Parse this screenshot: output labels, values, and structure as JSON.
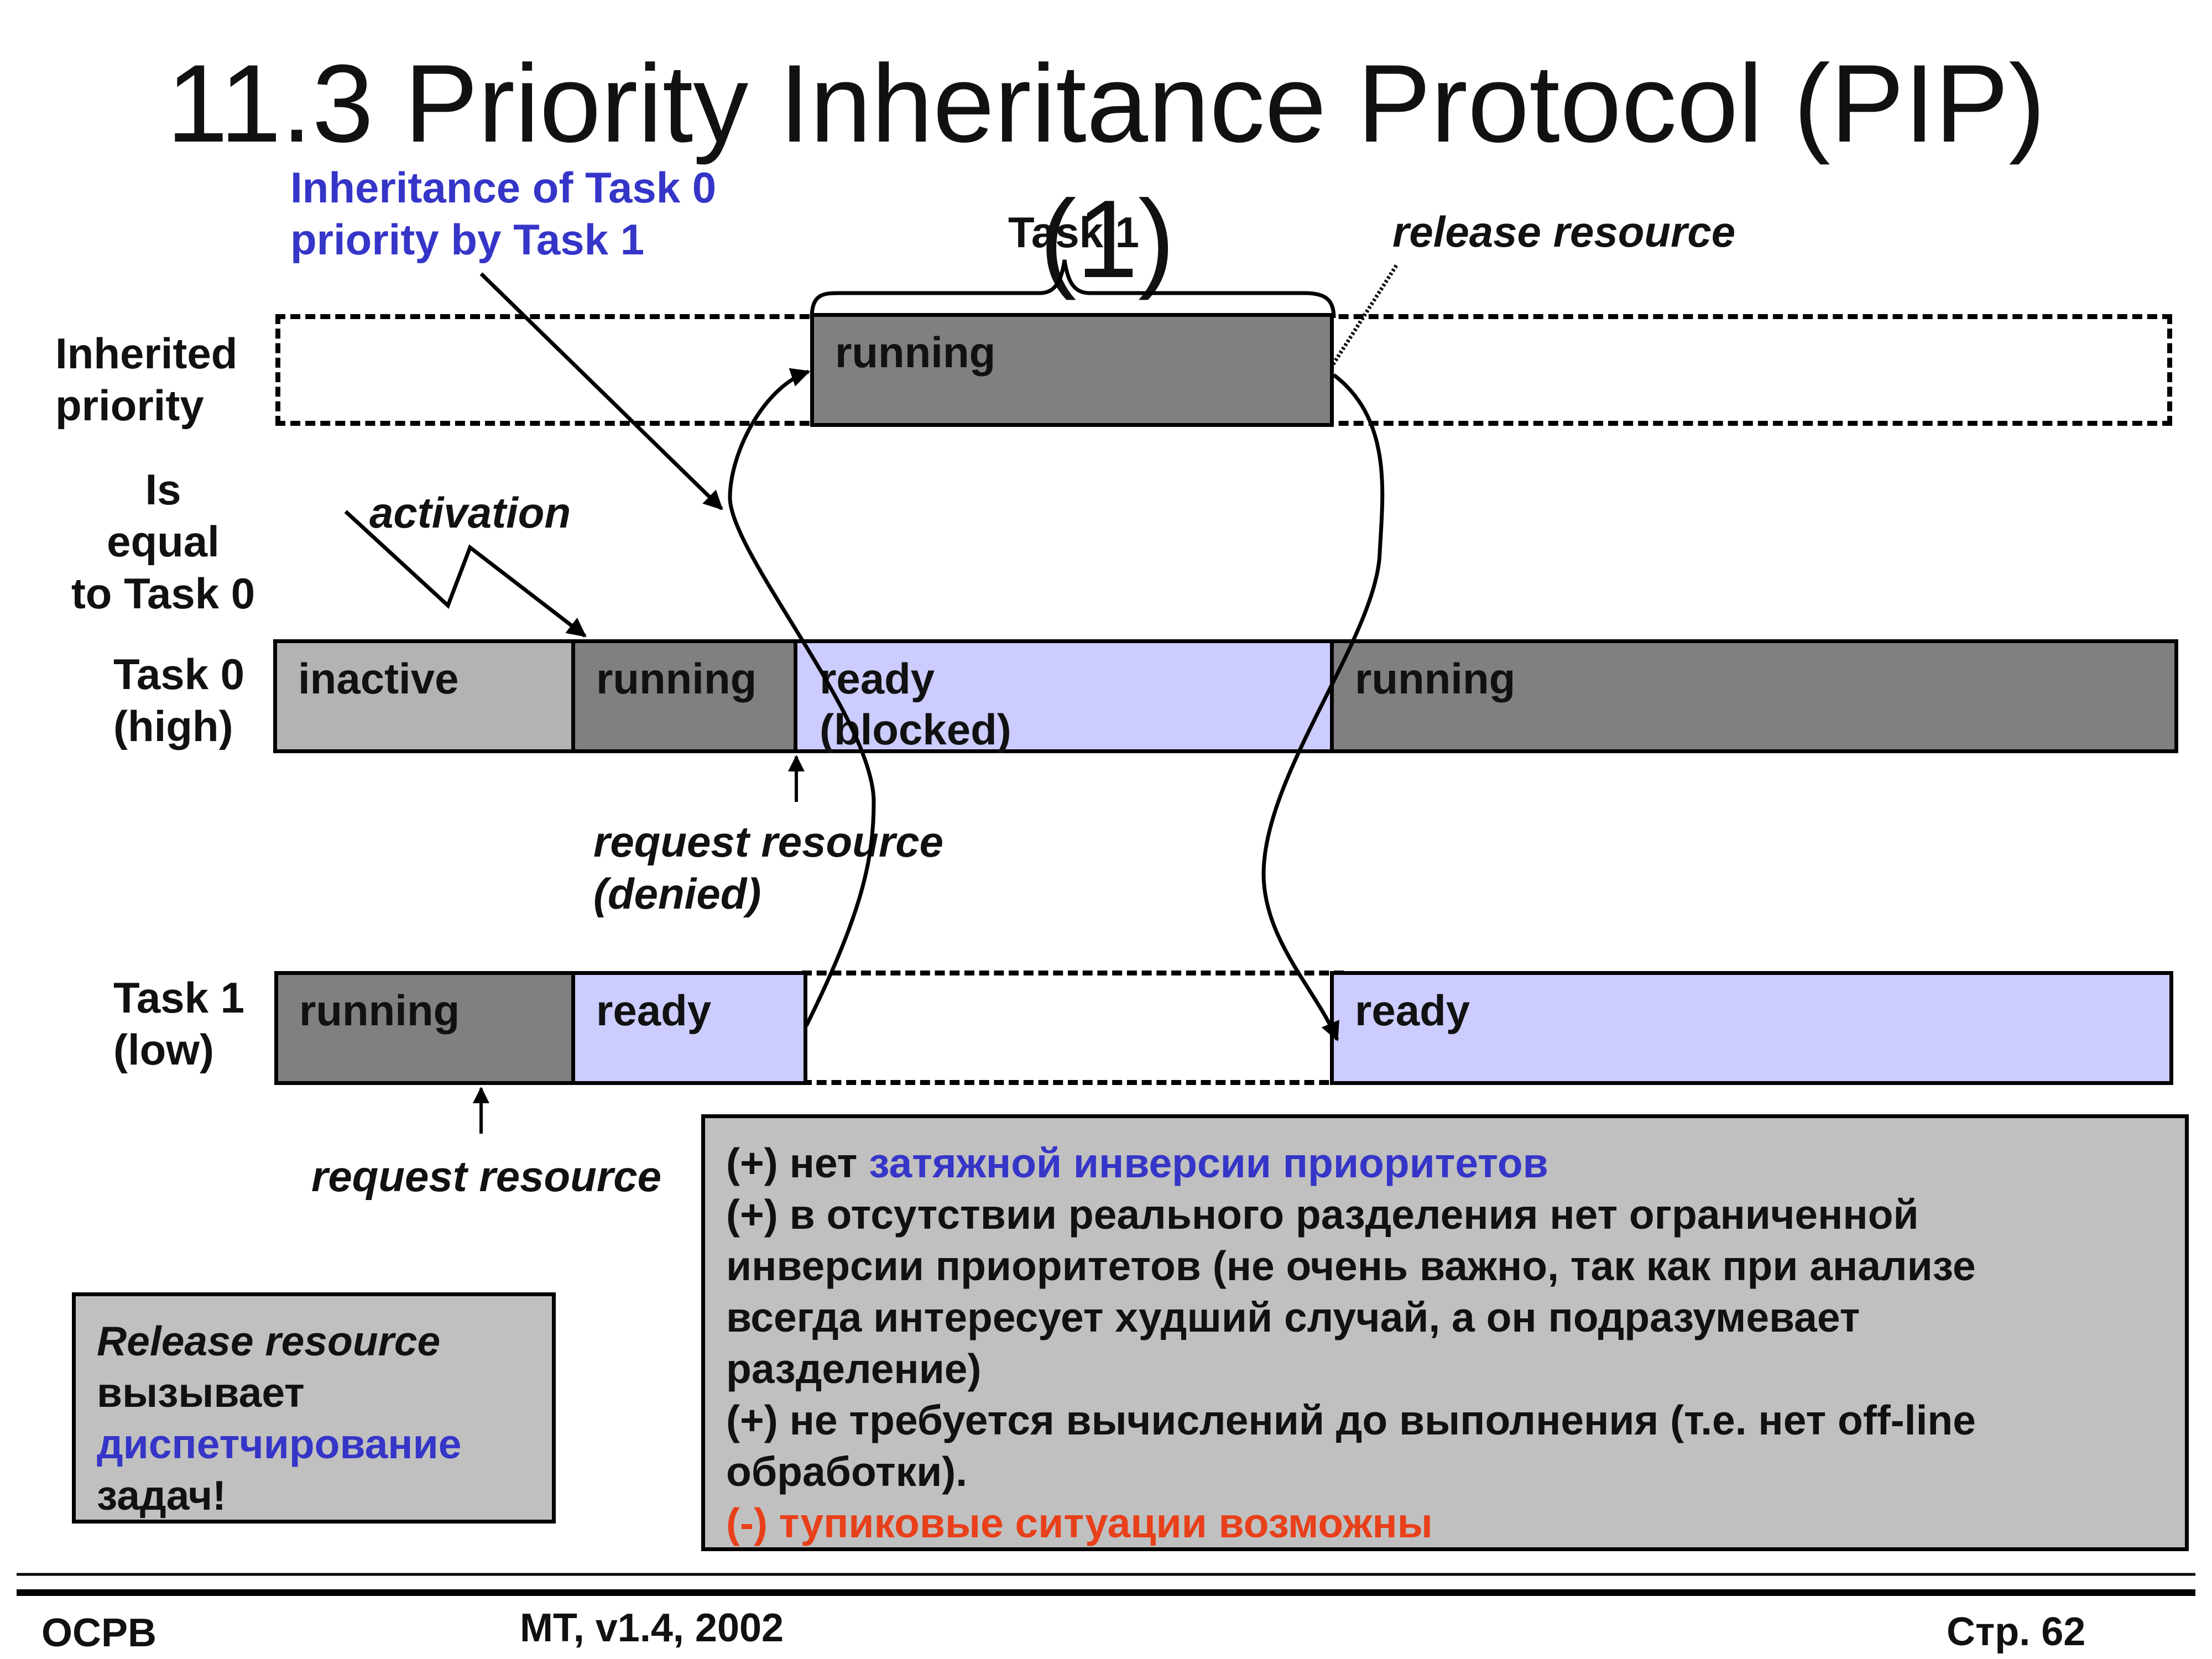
{
  "title_line1": "11.3 Priority Inheritance Protocol (PIP)",
  "title_line2": "(1)",
  "annotations": {
    "inheritance": [
      "Inheritance of Task 0",
      "priority by Task 1"
    ],
    "task1_brace": "Task 1",
    "release_resource": "release resource",
    "activation": "activation",
    "request_resource_denied": [
      "request resource",
      "(denied)"
    ],
    "request_resource": "request resource"
  },
  "row_labels": {
    "inherited": [
      "Inherited",
      "priority"
    ],
    "is_equal": [
      "Is",
      "equal",
      "to Task 0"
    ],
    "task0": [
      "Task 0",
      "(high)"
    ],
    "task1": [
      "Task 1",
      "(low)"
    ]
  },
  "segments": {
    "inherited_running": "running",
    "task0": [
      "inactive",
      "running",
      "ready",
      "(blocked)",
      "running"
    ],
    "task1": [
      "running",
      "ready",
      "ready"
    ]
  },
  "release_note": [
    "Release resource",
    "вызывает",
    "диспетчирование",
    "задач!"
  ],
  "pros_cons": {
    "line1_prefix": "(+) нет ",
    "line1_highlight": "затяжной инверсии приоритетов",
    "line2": "(+) в отсутствии реального разделения нет ограниченной",
    "line3": "инверсии приоритетов (не очень важно, так как при анализе",
    "line4": "всегда интересует худший случай, а он подразумевает",
    "line5": "разделение)",
    "line6": "(+) не требуется вычислений до выполнения (т.е. нет off-line",
    "line7": "обработки).",
    "line8": "(-) тупиковые ситуации возможны"
  },
  "footer": {
    "left": "ОСРВ",
    "center": "МТ, v1.4, 2002",
    "right": "Стр. 62"
  },
  "colors": {
    "running": "#808080",
    "inactive": "#b3b3b3",
    "ready": "#ccccff",
    "note_box": "#c0c0c0",
    "highlight_blue": "#3535c8",
    "highlight_red": "#e8401a"
  }
}
